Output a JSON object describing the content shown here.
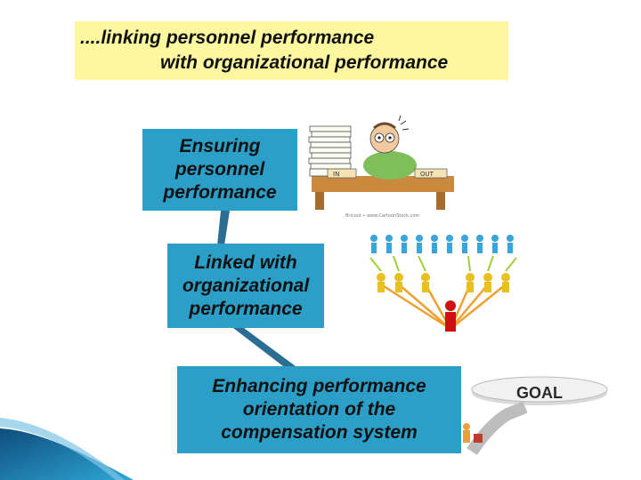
{
  "title": {
    "line1": "....linking personnel performance",
    "line2": "with organizational performance"
  },
  "steps": [
    {
      "lines": [
        "Ensuring",
        "personnel",
        "performance"
      ]
    },
    {
      "lines": [
        "Linked with",
        "organizational",
        "performance"
      ]
    },
    {
      "lines": [
        "Enhancing performance",
        "orientation of the",
        "compensation system"
      ]
    }
  ],
  "illustrations": {
    "office_worker": {
      "sign_in": "IN",
      "sign_out": "OUT",
      "credit": "Bricout • www.CartoonStock.com"
    },
    "network": {
      "icon": "people-network-icon"
    },
    "goal": {
      "label": "GOAL"
    }
  },
  "colors": {
    "box": "#2b9fc7",
    "title_bg": "#fdf8a0",
    "connector": "#2a6e93",
    "decor": "#1f6fa0"
  }
}
